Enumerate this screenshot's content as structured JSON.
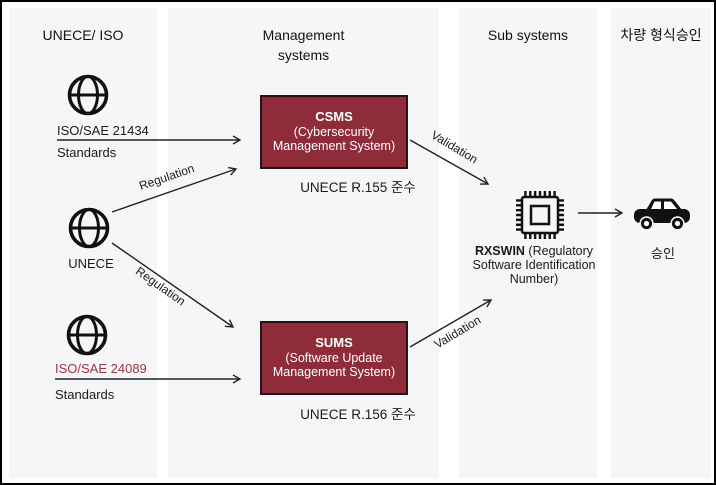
{
  "columns": [
    {
      "label": "UNECE/ ISO"
    },
    {
      "label": "Management systems"
    },
    {
      "label": "Sub systems"
    },
    {
      "label": "차량 형식승인"
    }
  ],
  "sources": {
    "iso21434": {
      "title": "ISO/SAE 21434",
      "subtitle": "Standards"
    },
    "unece": {
      "label": "UNECE"
    },
    "iso24089": {
      "title": "ISO/SAE 24089",
      "subtitle": "Standards"
    }
  },
  "systems": {
    "csms": {
      "acronym": "CSMS",
      "line1": "(Cybersecurity",
      "line2": "Management System)",
      "caption": "UNECE R.155 준수"
    },
    "sums": {
      "acronym": "SUMS",
      "line1": "(Software Update",
      "line2": "Management System)",
      "caption": "UNECE R.156 준수"
    }
  },
  "subsystem": {
    "rxswin_bold": "RXSWIN",
    "rxswin_rest": "(Regulatory",
    "line2": "Software Identification",
    "line3": "Number)"
  },
  "approval": {
    "label": "승인"
  },
  "edge_labels": {
    "regulation_top": "Regulation",
    "regulation_bottom": "Regulation",
    "validation_top": "Validation",
    "validation_bottom": "Validation"
  },
  "icons": {
    "globe": "globe-icon",
    "chip": "microchip-icon",
    "car": "car-icon"
  },
  "colors": {
    "box_fill": "#8e2c3a",
    "box_border": "#2b1016",
    "column_bg": "#f5f6f8",
    "accent_text": "#9e3442",
    "text": "#1a1a1a",
    "arrow": "#222222"
  }
}
